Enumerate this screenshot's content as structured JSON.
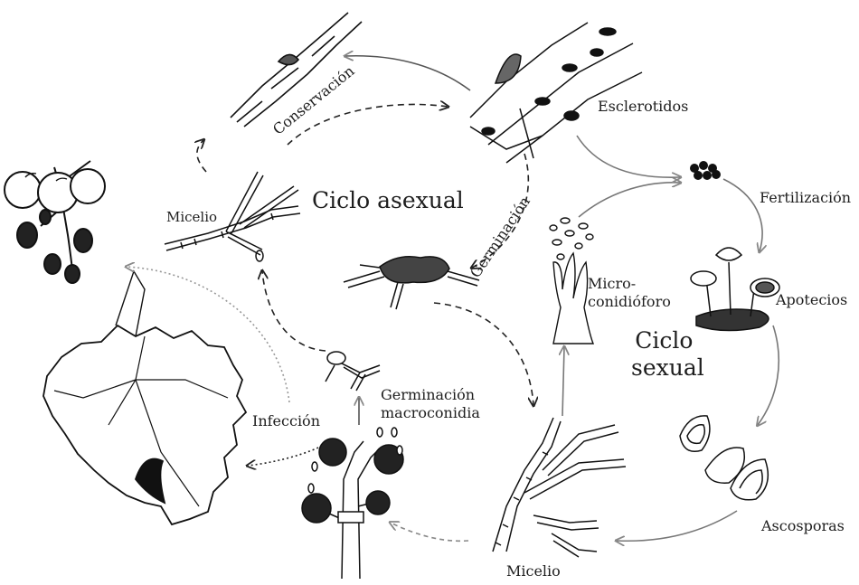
{
  "labels": {
    "conservacion": "Conservación",
    "esclerotidos": "Esclerotidos",
    "micelio_top": "Micelio",
    "ciclo_asexual": "Ciclo asexual",
    "germinacion": "Germinación",
    "fertilizacion": "Fertilización",
    "microconidioforo_1": "Micro-",
    "microconidioforo_2": "conidióforo",
    "apotecios": "Apotecios",
    "ciclo_sexual_1": "Ciclo",
    "ciclo_sexual_2": "sexual",
    "infeccion": "Infección",
    "germ_macro_1": "Germinación",
    "germ_macro_2": "macroconidia",
    "ascosporas": "Ascosporas",
    "micelio_bottom": "Micelio"
  },
  "illustrations": [
    "grape-cluster-icon",
    "grape-leaf-icon",
    "vine-shoot-icon",
    "sclerotia-stem-icon",
    "mycelium-hyphae-icon",
    "germinating-sclerotium-icon",
    "microconidiophore-icon",
    "apothecia-icon",
    "ascospores-icon",
    "conidiophore-icon",
    "germinating-macroconidium-icon",
    "mycelium-base-icon"
  ]
}
